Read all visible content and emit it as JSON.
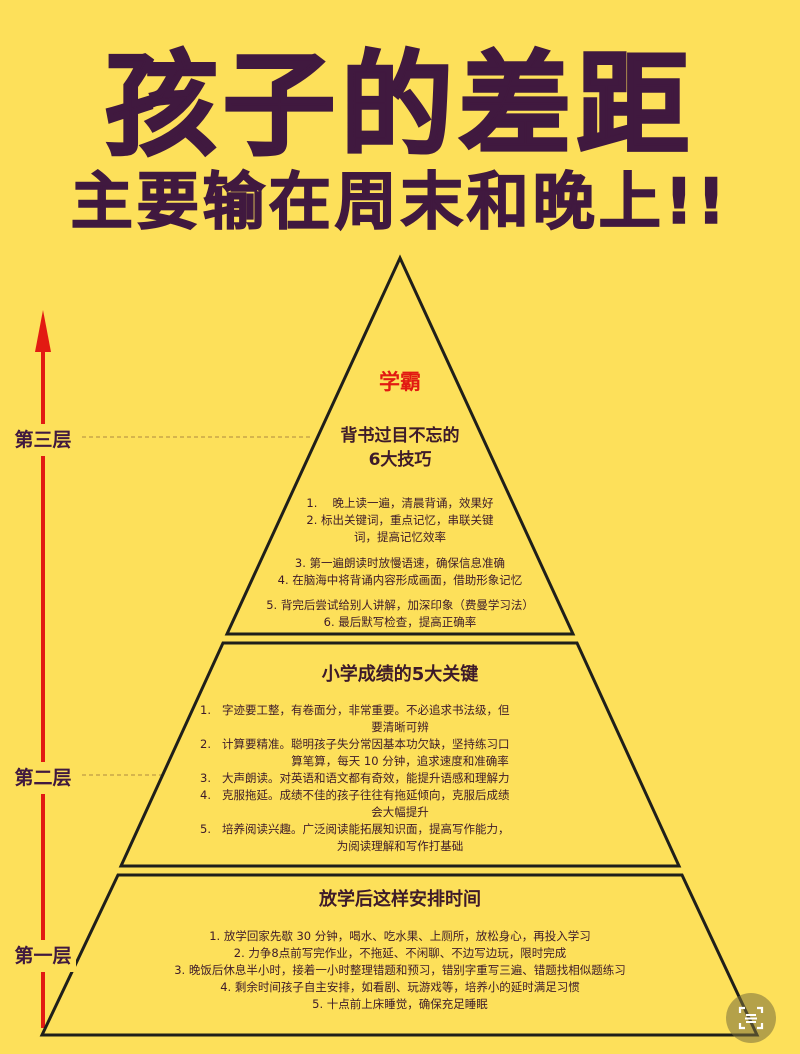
{
  "header": {
    "title": "孩子的差距",
    "subtitle": "主要输在周末和晚上!!"
  },
  "colors": {
    "background": "#fde05a",
    "title_text": "#40193f",
    "arrow": "#e21a12",
    "peak_label": "#e21a12",
    "outline": "#1f1f1a"
  },
  "axis": {
    "arrow_icon": "up-arrow",
    "layers": [
      {
        "label": "第三层"
      },
      {
        "label": "第二层"
      },
      {
        "label": "第一层"
      }
    ]
  },
  "pyramid": {
    "top": {
      "peak_label": "学霸",
      "heading_line1": "背书过目不忘的",
      "heading_line2": "6大技巧",
      "items": [
        "1.　 晚上读一遍，清晨背诵，效果好",
        "2. 标出关键词，重点记忆，串联关键\n词，提高记忆效率",
        "3. 第一遍朗读时放慢语速，确保信息准确",
        "4. 在脑海中将背诵内容形成画面，借助形象记忆",
        "5. 背完后尝试给别人讲解，加深印象（费曼学习法）",
        "6. 最后默写检查，提高正确率"
      ]
    },
    "middle": {
      "heading": "小学成绩的5大关键",
      "items": [
        {
          "num": "1.",
          "text": "字迹要工整，有卷面分，非常重要。不必追求书法级，但",
          "cont": "要清晰可辨"
        },
        {
          "num": "2.",
          "text": "计算要精准。聪明孩子失分常因基本功欠缺，坚持练习口",
          "cont": "算笔算，每天 10 分钟，追求速度和准确率"
        },
        {
          "num": "3.",
          "text": "大声朗读。对英语和语文都有奇效，能提升语感和理解力",
          "cont": ""
        },
        {
          "num": "4.",
          "text": "克服拖延。成绩不佳的孩子往往有拖延倾向，克服后成绩",
          "cont": "会大幅提升"
        },
        {
          "num": "5.",
          "text": "培养阅读兴趣。广泛阅读能拓展知识面，提高写作能力，",
          "cont": "为阅读理解和写作打基础"
        }
      ]
    },
    "bottom": {
      "heading": "放学后这样安排时间",
      "items": [
        "1. 放学回家先歇 30 分钟，喝水、吃水果、上厕所，放松身心，再投入学习",
        "2. 力争8点前写完作业，不拖延、不闲聊、不边写边玩，限时完成",
        "3. 晚饭后休息半小时，接着一小时整理错题和预习，错别字重写三遍、错题找相似题练习",
        "4. 剩余时间孩子自主安排，如看剧、玩游戏等，培养小的延时满足习惯",
        "5. 十点前上床睡觉，确保充足睡眠"
      ]
    }
  },
  "overlay": {
    "scan_button_icon": "scan-text-icon"
  }
}
